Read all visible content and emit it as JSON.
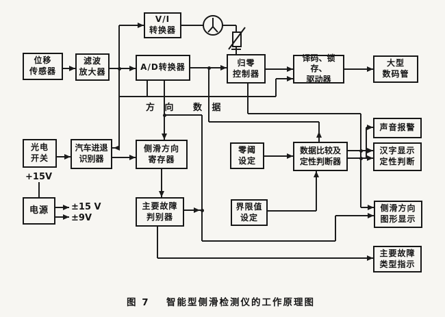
{
  "blocks": {
    "displacement": "位移\n传感器",
    "filter": "滤波\n放大器",
    "vi": "V/I\n转换器",
    "ad": "A/D转换器",
    "zero_ctrl": "归零\n控制器",
    "decoder": "译码、锁存、\n驱动器",
    "digits": "大型\n数码管",
    "photo": "光电\n开关",
    "car": "汽车进退\n识别器",
    "reg": "侧滑方向\n寄存器",
    "zero_set": "零阈\n设定",
    "compare": "数据比较及\n定性判断器",
    "alarm": "声音报警",
    "hanzi": "汉字显示\n定性判断",
    "power": "电源",
    "fault": "主要故障\n判别器",
    "limit": "界限值\n设定",
    "graphic": "侧滑方向\n图形显示",
    "fault_type": "主要故障\n类型指示"
  },
  "bus_labels": {
    "direction": "方 向",
    "data": "数 据"
  },
  "power_labels": {
    "plus15": "+15V",
    "pm15": "±15 V",
    "pm9": "±9V"
  },
  "icons": {
    "meter": "galvanometer-meter-icon",
    "resistor": "variable-resistor-icon"
  },
  "caption": {
    "label": "图  7",
    "text": "智能型侧滑检测仪的工作原理图"
  },
  "colors": {
    "ink": "#1b1b1b",
    "paper": "#f7f6f2"
  }
}
